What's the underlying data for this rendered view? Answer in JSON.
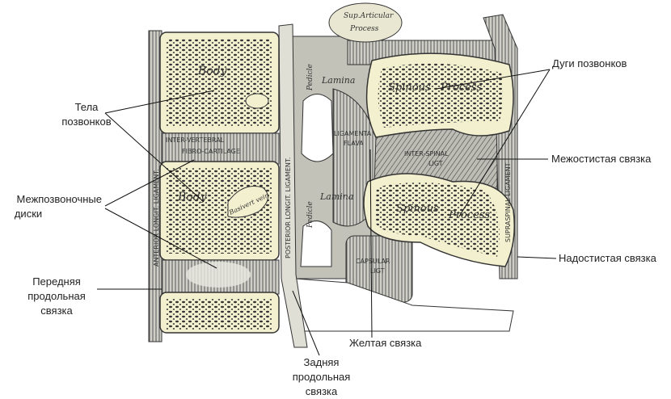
{
  "labels": {
    "vertebral_bodies": [
      "Тела",
      "позвонков"
    ],
    "vertebral_arches": "Дуги позвонков",
    "interspinous_ligament": "Межостистая связка",
    "intervertebral_discs": [
      "Межпозвоночные",
      "диски"
    ],
    "supraspinous_ligament": "Надостистая связка",
    "anterior_longitudinal_ligament": [
      "Передняя",
      "продольная",
      "связка"
    ],
    "ligamentum_flavum": "Желтая связка",
    "posterior_longitudinal_ligament": [
      "Задняя",
      "продольная",
      "связка"
    ]
  },
  "illustration_labels": {
    "body": "Body",
    "sup_articular": "Sup.Articular",
    "process": "Process",
    "lamina": "Lamina",
    "pedicle": "Pedicle",
    "spinous": "Spinous",
    "intervertebral": "INTER-VERTEBRAL",
    "fibrocartilage": "FIBRO-CARTILAGE",
    "ligamenta": "LIGAMENTA",
    "flava": "FLAVA",
    "interspinal": "INTER-SPINAL",
    "ligt": "LIGT",
    "capsular": "CAPSULAR",
    "anterior_longit_ligament": "ANTERIOR LONGIT. LIGAMENT.",
    "posterior_longit_ligament": "POSTERIOR LONGIT. LIGAMENT.",
    "supraspinal_ligament": "SUPRASPINAL LIGAMENT",
    "basivert_vein": "Basivert vein"
  },
  "colors": {
    "bone": "#f3f0cf",
    "tissue": "#b9b9b2",
    "ink": "#2a2a2a"
  }
}
